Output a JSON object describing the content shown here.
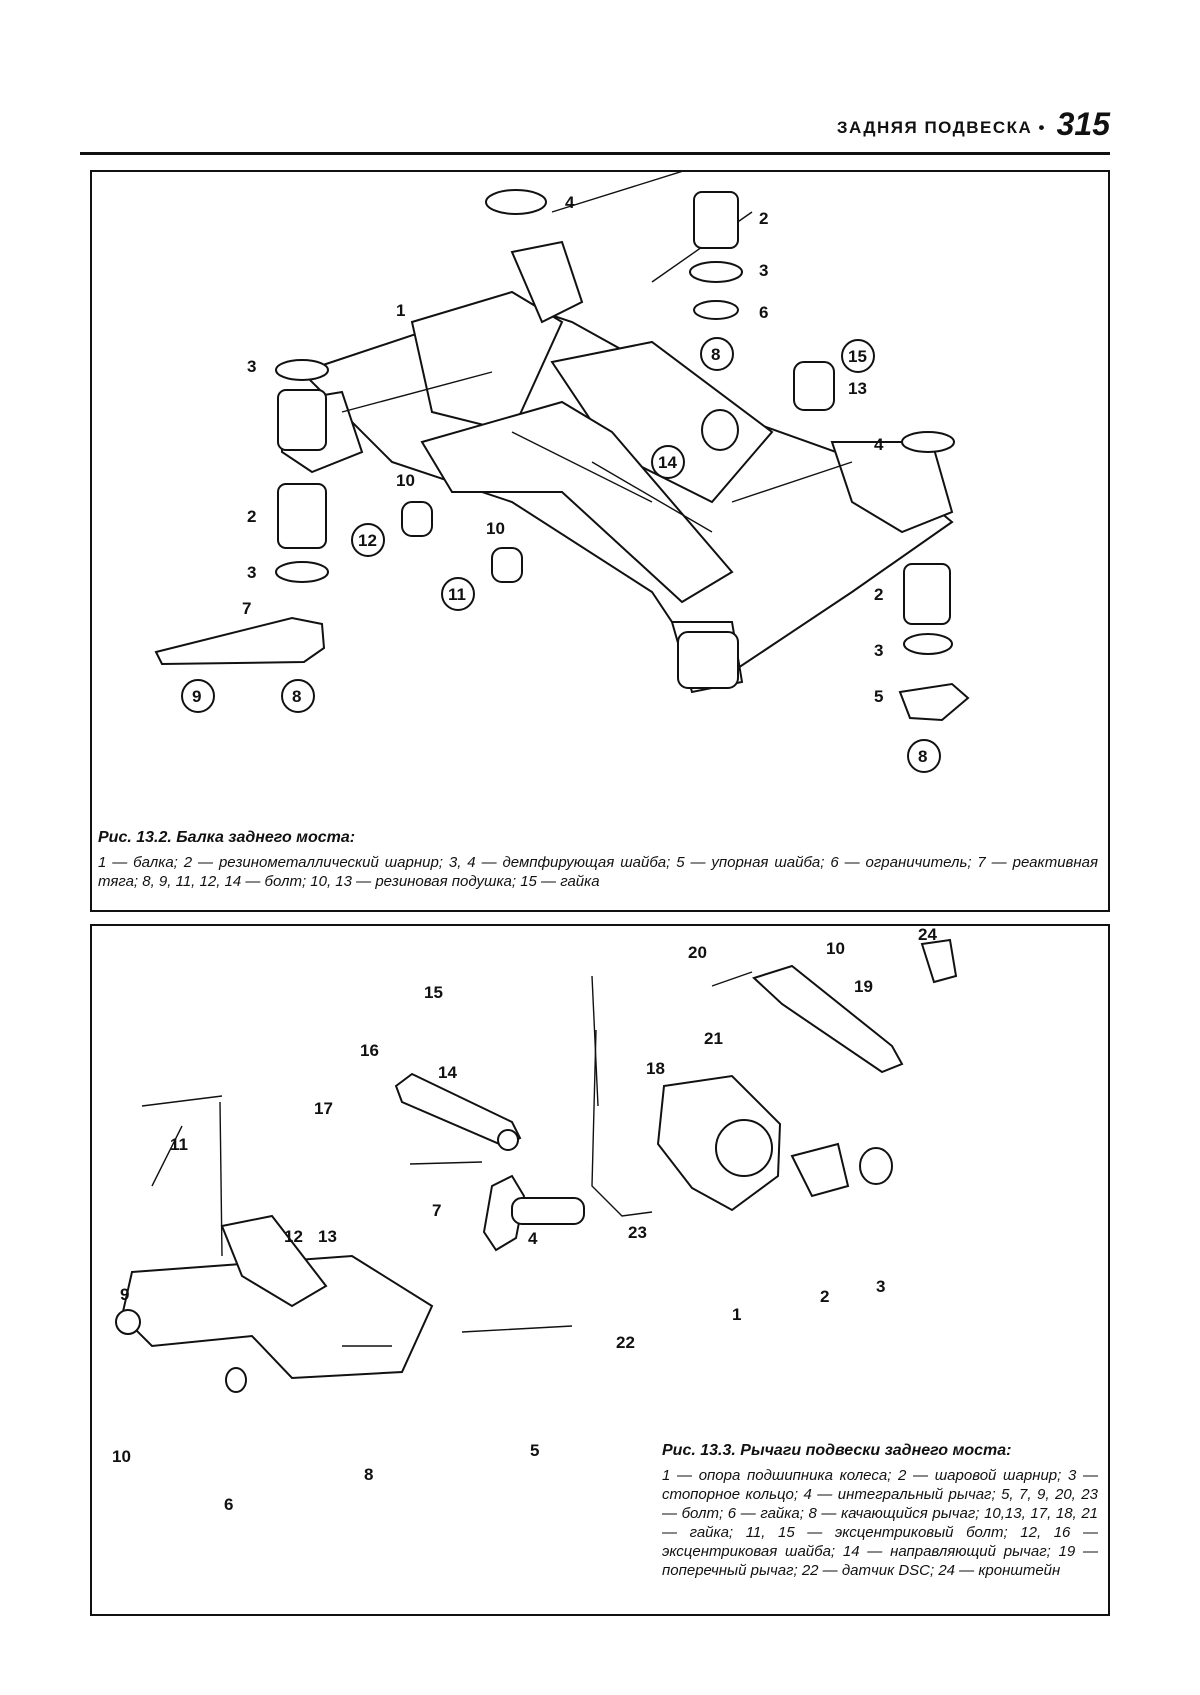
{
  "header": {
    "running_title": "ЗАДНЯЯ ПОДВЕСКА •",
    "page_number": "315"
  },
  "figure1": {
    "caption_title": "Рис. 13.2. Балка заднего моста:",
    "caption_body": "1 — балка; 2 — резинометаллический шарнир; 3, 4 — демпфирующая шайба; 5 — упорная шайба; 6 — ограничитель; 7 — реактивная тяга; 8, 9, 11, 12, 14 — болт; 10, 13 — резиновая подушка; 15 — гайка",
    "labels": [
      "4",
      "2",
      "3",
      "6",
      "8",
      "15",
      "13",
      "1",
      "3",
      "2",
      "3",
      "7",
      "9",
      "8",
      "10",
      "12",
      "10",
      "11",
      "14",
      "4",
      "2",
      "3",
      "5",
      "8"
    ]
  },
  "figure2": {
    "caption_title": "Рис. 13.3. Рычаги подвески заднего моста:",
    "caption_body": "1 — опора подшипника колеса; 2 — шаровой шарнир; 3 — стопорное кольцо; 4 — интегральный рычаг; 5, 7, 9, 20, 23 — болт; 6 — гайка; 8 — качающийся рычаг; 10,13, 17, 18, 21 — гайка; 11, 15 — эксцентриковый болт; 12, 16 — эксцентриковая шайба; 14 — направляющий рычаг; 19 — поперечный рычаг; 22 — датчик DSC; 24 — кронштейн",
    "labels": [
      "20",
      "10",
      "24",
      "19",
      "15",
      "21",
      "18",
      "16",
      "14",
      "17",
      "11",
      "7",
      "4",
      "23",
      "12",
      "13",
      "9",
      "3",
      "2",
      "1",
      "22",
      "10",
      "8",
      "6",
      "5"
    ]
  }
}
